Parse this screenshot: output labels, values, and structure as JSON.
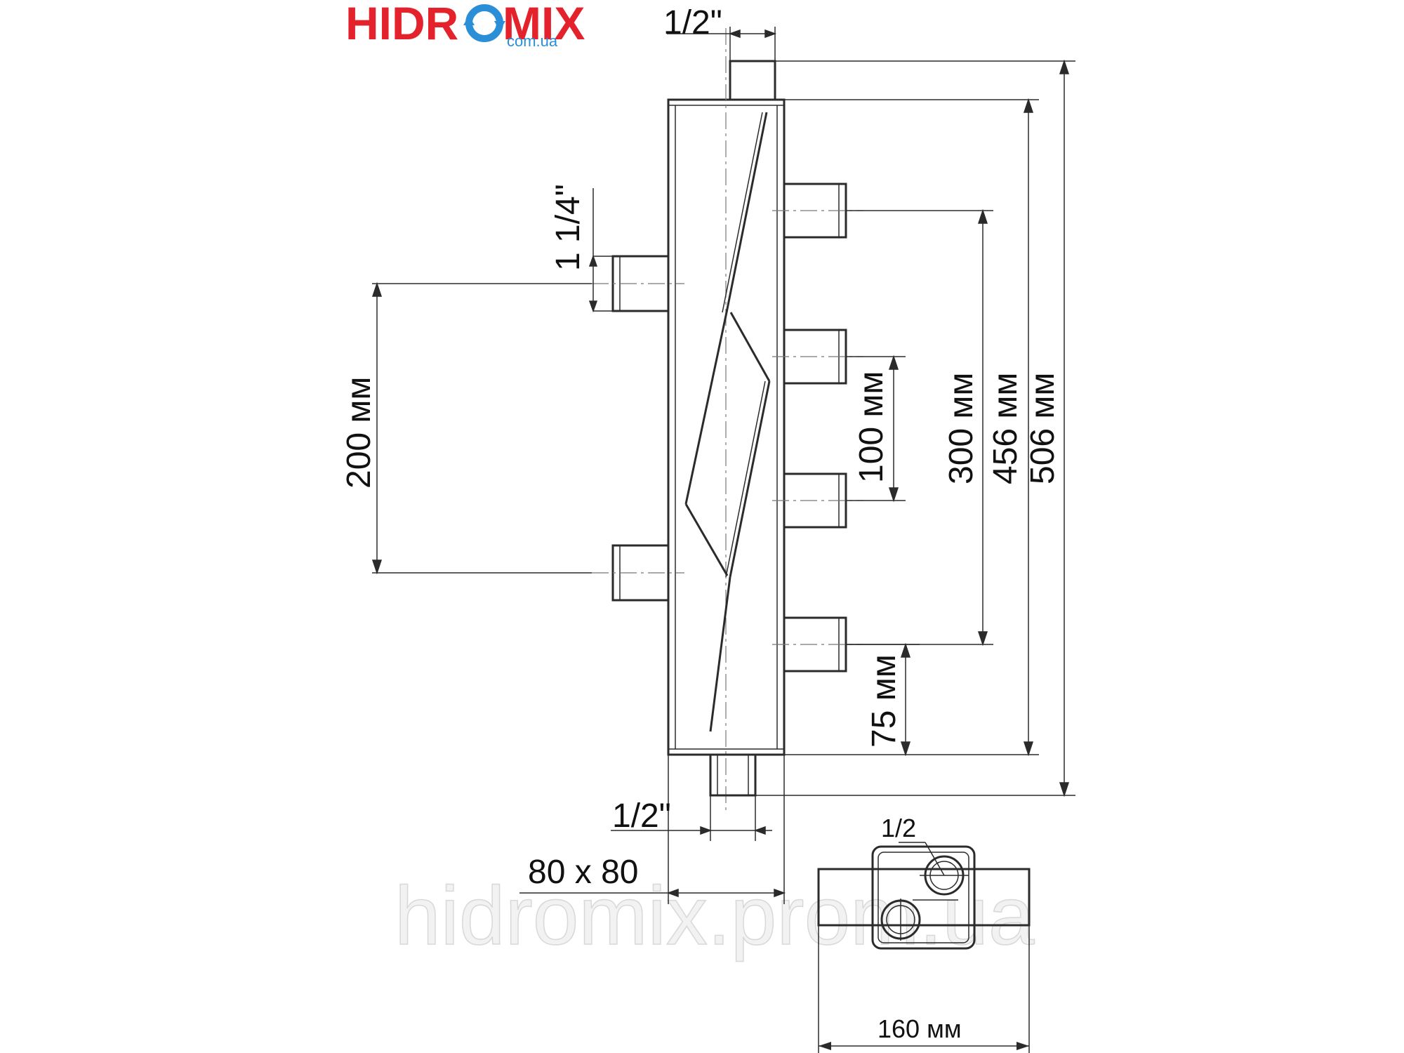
{
  "logo": {
    "brand_before": "HIDR",
    "brand_after": "MIX",
    "domain": "com.ua",
    "brand_color": "#e3222b",
    "accent_color": "#2a8fd6"
  },
  "watermark": "hidromix.prom.ua",
  "dimensions": {
    "top_port": "1/2\"",
    "bottom_port": "1/2\"",
    "side_port": "1 1/4\"",
    "left_spacing": "200 мм",
    "outlet_spacing": "100 мм",
    "outlet_span": "300 мм",
    "body_height": "456 мм",
    "total_height": "506 мм",
    "bottom_offset": "75 мм",
    "section": "80 x 80",
    "plan_port": "1/2",
    "plan_width": "160 мм"
  }
}
